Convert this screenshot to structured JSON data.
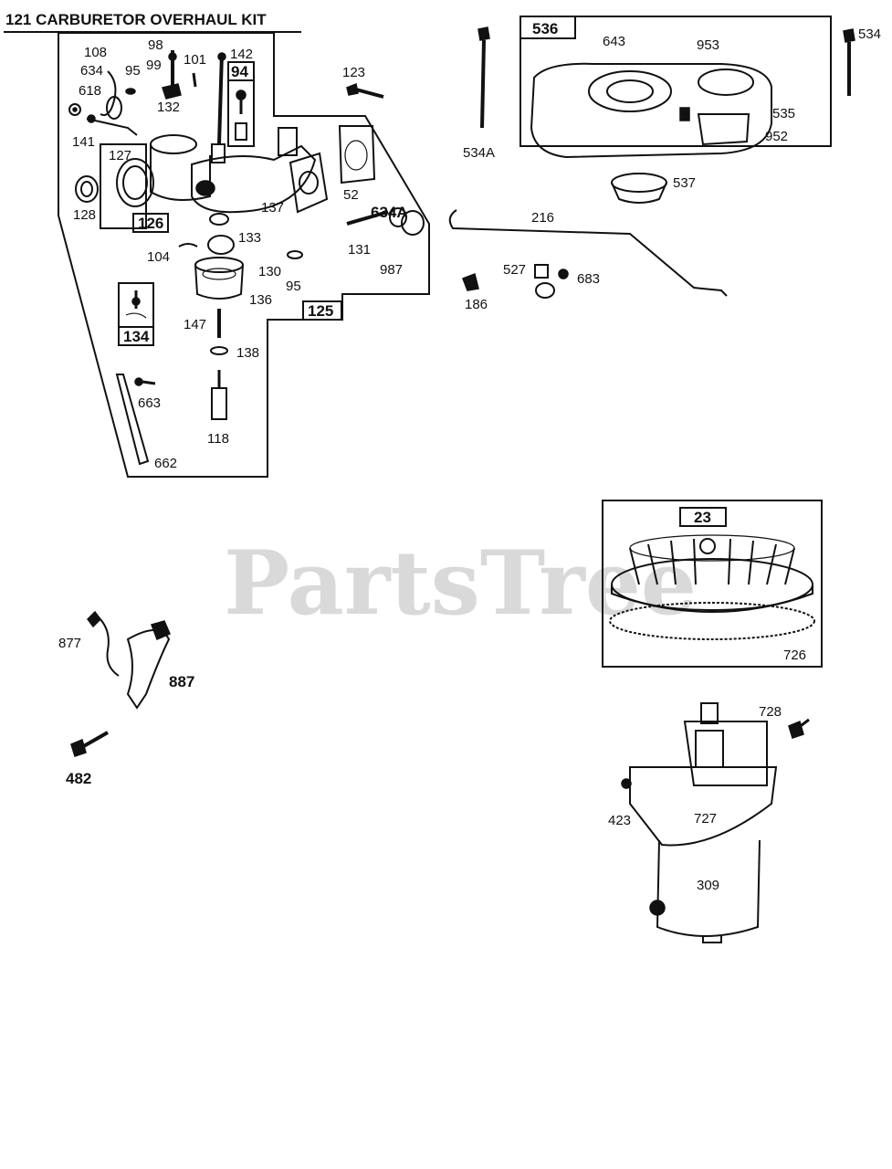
{
  "diagram": {
    "title": "121 CARBURETOR OVERHAUL KIT",
    "watermark": "PartsTree",
    "groups": {
      "carburetor_group": "125",
      "carburetor_body_group": "126",
      "carb_kit_box": "134",
      "screw_box": "94",
      "air_filter_group": "536",
      "flywheel_group": "23"
    },
    "labels": {
      "p108": "108",
      "p634": "634",
      "p618": "618",
      "p95a": "95",
      "p98": "98",
      "p99": "99",
      "p132": "132",
      "p101": "101",
      "p142": "142",
      "p123": "123",
      "p141": "141",
      "p127": "127",
      "p128": "128",
      "p137": "137",
      "p52": "52",
      "p634A": "634A",
      "p104": "104",
      "p133": "133",
      "p130": "130",
      "p95b": "95",
      "p131": "131",
      "p987": "987",
      "p136": "136",
      "p147": "147",
      "p138": "138",
      "p663": "663",
      "p118": "118",
      "p662": "662",
      "p534A": "534A",
      "p643": "643",
      "p953": "953",
      "p535": "535",
      "p952": "952",
      "p537": "537",
      "p534": "534",
      "p216": "216",
      "p527": "527",
      "p683": "683",
      "p186": "186",
      "p726": "726",
      "p877": "877",
      "p887": "887",
      "p482": "482",
      "p728": "728",
      "p423": "423",
      "p727": "727",
      "p309": "309"
    }
  }
}
